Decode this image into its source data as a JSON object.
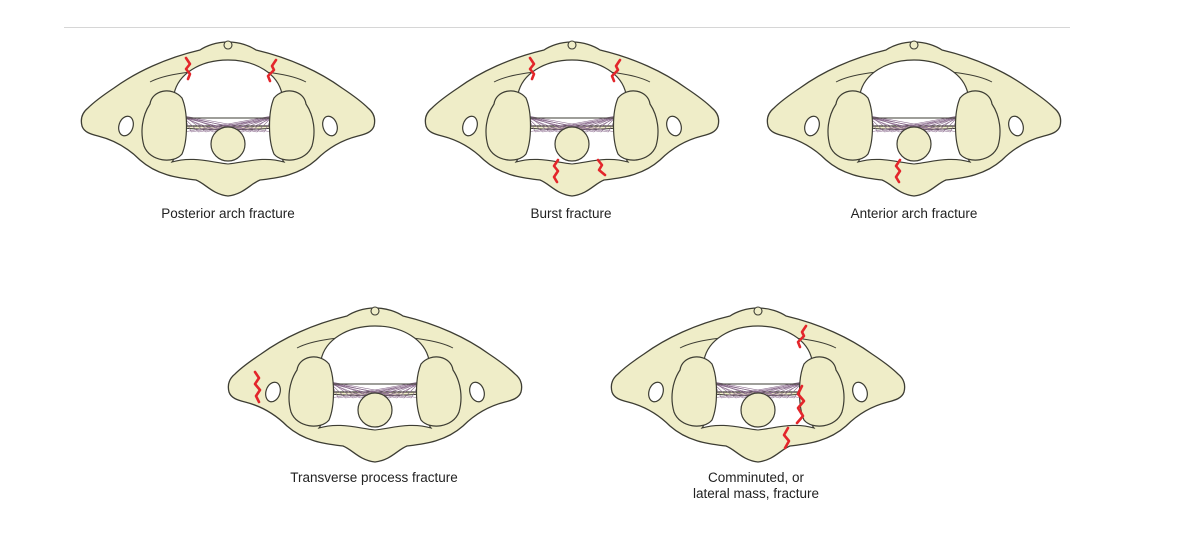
{
  "diagram": {
    "colors": {
      "bone_fill": "#efedc8",
      "bone_stroke": "#3d3d33",
      "ligament": "#8a6b8d",
      "fracture": "#e3262b",
      "caption_text": "#222222"
    },
    "panels": [
      {
        "id": "posterior-arch",
        "caption_lines": [
          "Posterior arch fracture"
        ],
        "fractures": [
          "posterior-left",
          "posterior-right"
        ]
      },
      {
        "id": "burst",
        "caption_lines": [
          "Burst fracture"
        ],
        "fractures": [
          "posterior-left",
          "posterior-right",
          "anterior-left",
          "anterior-right"
        ]
      },
      {
        "id": "anterior-arch",
        "caption_lines": [
          "Anterior arch fracture"
        ],
        "fractures": [
          "anterior-left"
        ]
      },
      {
        "id": "transverse-process",
        "caption_lines": [
          "Transverse process fracture"
        ],
        "fractures": [
          "transverse-left"
        ]
      },
      {
        "id": "comminuted",
        "caption_lines": [
          "Comminuted, or",
          "lateral mass, fracture"
        ],
        "fractures": [
          "posterior-right",
          "lateral-mass-right",
          "anterior-right-low"
        ]
      }
    ]
  }
}
